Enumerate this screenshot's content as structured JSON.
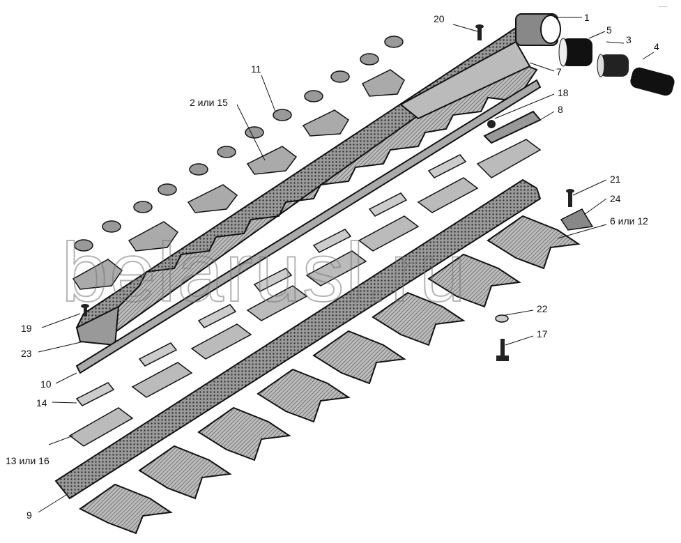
{
  "watermark": "belarusl.ru",
  "corner_mark": "–—",
  "callouts": [
    {
      "id": "c1",
      "text": "1"
    },
    {
      "id": "c2",
      "text": "2 или 15"
    },
    {
      "id": "c3",
      "text": "3"
    },
    {
      "id": "c4",
      "text": "4"
    },
    {
      "id": "c5",
      "text": "5"
    },
    {
      "id": "c6",
      "text": "6 или 12"
    },
    {
      "id": "c7",
      "text": "7"
    },
    {
      "id": "c8",
      "text": "8"
    },
    {
      "id": "c9",
      "text": "9"
    },
    {
      "id": "c10",
      "text": "10"
    },
    {
      "id": "c11",
      "text": "11"
    },
    {
      "id": "c13",
      "text": "13 или 16"
    },
    {
      "id": "c14",
      "text": "14"
    },
    {
      "id": "c17",
      "text": "17"
    },
    {
      "id": "c18",
      "text": "18"
    },
    {
      "id": "c19",
      "text": "19"
    },
    {
      "id": "c20",
      "text": "20"
    },
    {
      "id": "c21",
      "text": "21"
    },
    {
      "id": "c22",
      "text": "22"
    },
    {
      "id": "c23",
      "text": "23"
    },
    {
      "id": "c24",
      "text": "24"
    }
  ]
}
